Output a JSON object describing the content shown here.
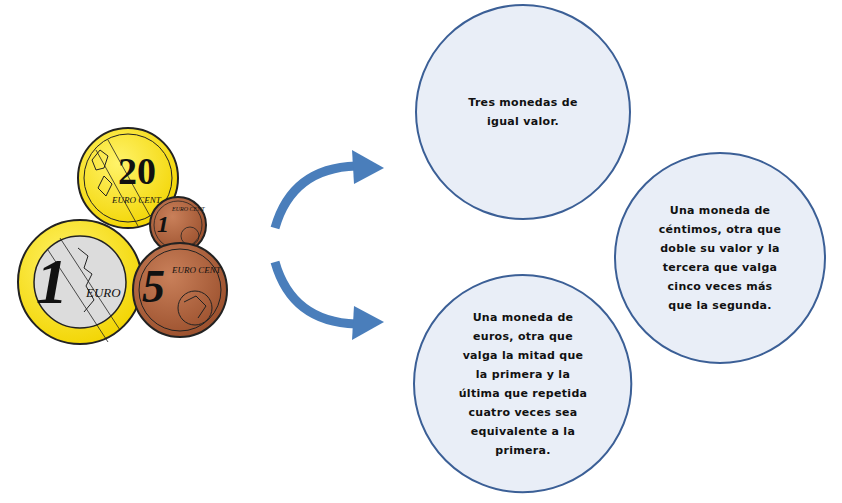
{
  "diagram": {
    "nodes": [
      {
        "text": [
          "Tres monedas de igual valor."
        ]
      },
      {
        "text": [
          "Una moneda de céntimos, otra que doble su valor y la tercera que valga cinco veces más que la segunda."
        ]
      },
      {
        "text": [
          "Una moneda de euros, otra que valga la mitad que la primera y la última que repetida cuatro veces sea equivalente a la primera."
        ]
      }
    ],
    "labels": [
      "20",
      "EURO CENT",
      "1",
      "EURO CENT",
      "1",
      "EURO",
      "5",
      "EURO CENT"
    ]
  }
}
